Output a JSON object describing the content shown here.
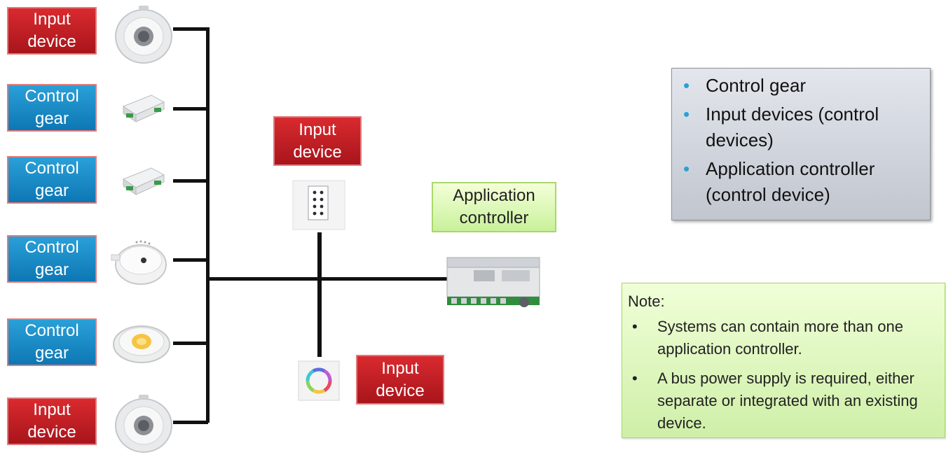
{
  "left_column": [
    {
      "kind": "input",
      "lines": [
        "Input",
        "device"
      ],
      "icon": "ceiling-sensor-icon"
    },
    {
      "kind": "control",
      "lines": [
        "Control",
        "gear"
      ],
      "icon": "driver-module-icon"
    },
    {
      "kind": "control",
      "lines": [
        "Control",
        "gear"
      ],
      "icon": "driver-module-icon"
    },
    {
      "kind": "control",
      "lines": [
        "Control",
        "gear"
      ],
      "icon": "round-driver-icon"
    },
    {
      "kind": "control",
      "lines": [
        "Control",
        "gear"
      ],
      "icon": "led-module-icon"
    },
    {
      "kind": "input",
      "lines": [
        "Input",
        "device"
      ],
      "icon": "ceiling-sensor-icon"
    }
  ],
  "center": {
    "top_input": {
      "lines": [
        "Input",
        "device"
      ],
      "icon": "push-button-panel-icon"
    },
    "bottom_input": {
      "lines": [
        "Input",
        "device"
      ],
      "icon": "color-wheel-panel-icon"
    },
    "controller": {
      "lines": [
        "Application",
        "controller"
      ],
      "icon": "din-rail-controller-icon"
    }
  },
  "summary": {
    "items": [
      "Control gear",
      "Input devices (control devices)",
      "Application controller (control device)"
    ]
  },
  "note": {
    "title": "Note:",
    "items": [
      "Systems can contain more than one application controller.",
      "A bus power supply is required, either separate or integrated with an existing device."
    ]
  },
  "colors": {
    "input": "#c0161c",
    "control": "#1a8cc8",
    "controller": "#d4f5a8",
    "bus": "#111111"
  }
}
